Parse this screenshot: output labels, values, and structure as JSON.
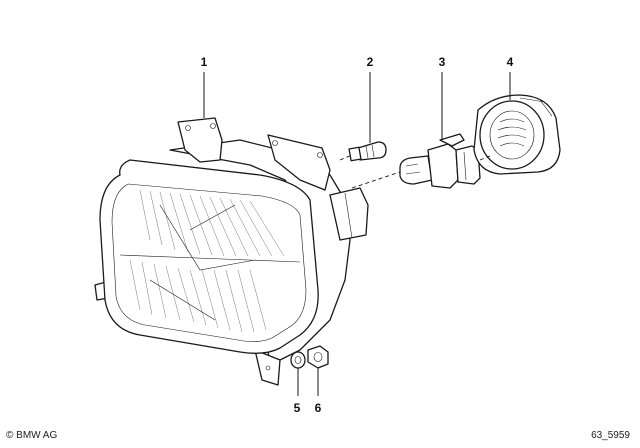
{
  "callouts": [
    {
      "id": "1",
      "label": "1"
    },
    {
      "id": "2",
      "label": "2"
    },
    {
      "id": "3",
      "label": "3"
    },
    {
      "id": "4",
      "label": "4"
    },
    {
      "id": "5",
      "label": "5"
    },
    {
      "id": "6",
      "label": "6"
    }
  ],
  "footer": {
    "copyright": "© BMW AG",
    "drawing_id": "63_5959"
  }
}
